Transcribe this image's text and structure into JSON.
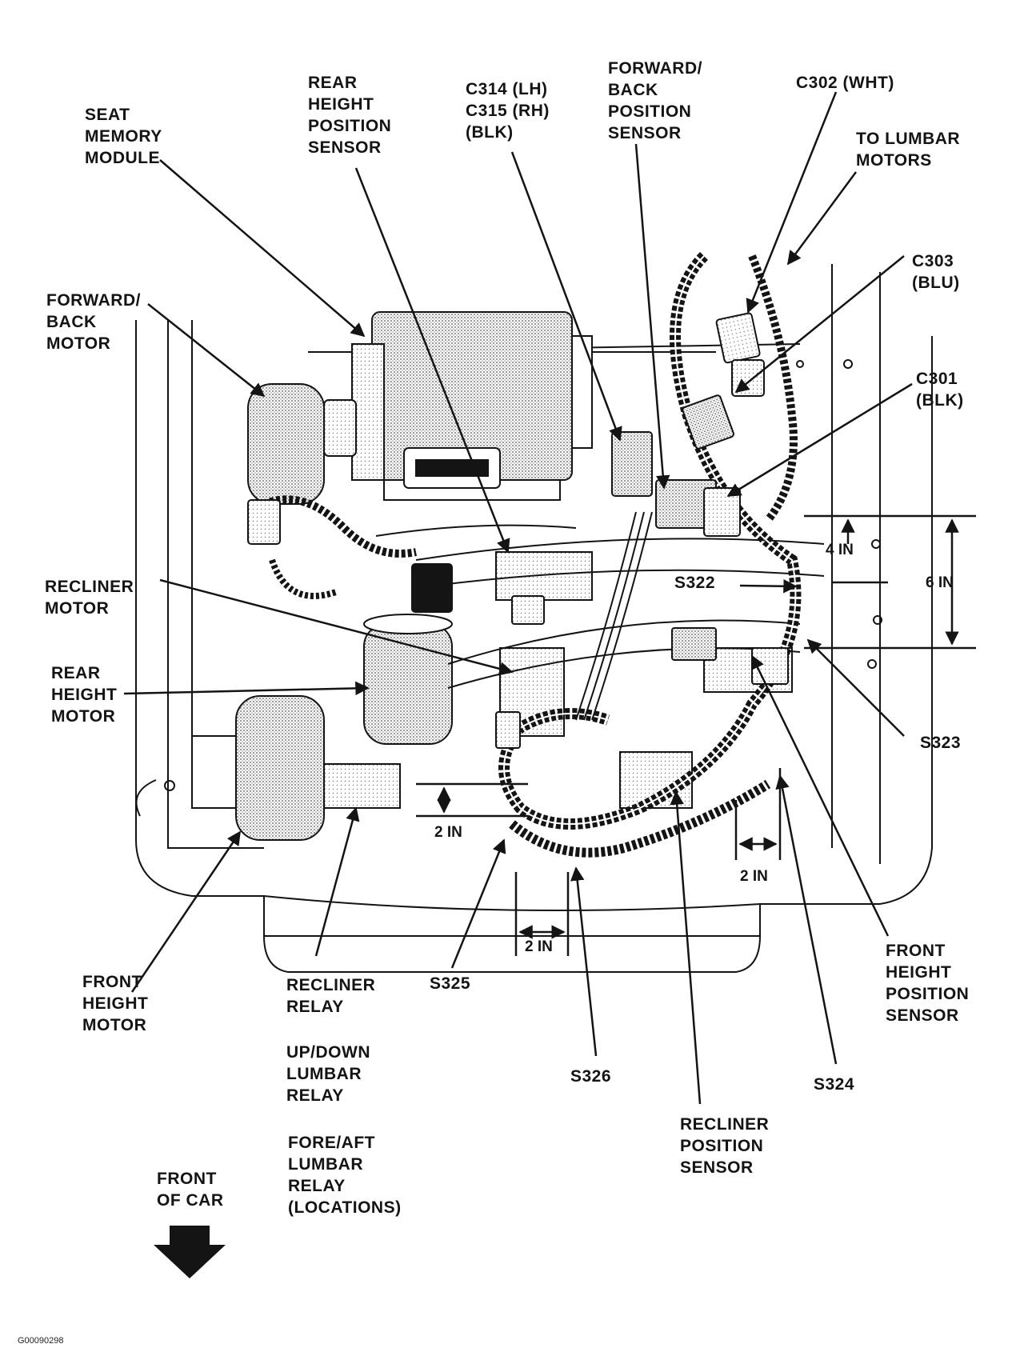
{
  "labels": {
    "seat_memory_module": [
      "SEAT",
      "MEMORY",
      "MODULE"
    ],
    "rear_height_position_sensor": [
      "REAR",
      "HEIGHT",
      "POSITION",
      "SENSOR"
    ],
    "c314_c315": [
      "C314 (LH)",
      "C315 (RH)",
      "(BLK)"
    ],
    "fwd_back_position_sensor": [
      "FORWARD/",
      "BACK",
      "POSITION",
      "SENSOR"
    ],
    "c302": [
      "C302 (WHT)"
    ],
    "to_lumbar_motors": [
      "TO LUMBAR",
      "MOTORS"
    ],
    "c303": [
      "C303",
      "(BLU)"
    ],
    "c301": [
      "C301",
      "(BLK)"
    ],
    "fwd_back_motor": [
      "FORWARD/",
      "BACK",
      "MOTOR"
    ],
    "recliner_motor": [
      "RECLINER",
      "MOTOR"
    ],
    "rear_height_motor": [
      "REAR",
      "HEIGHT",
      "MOTOR"
    ],
    "s322": [
      "S322"
    ],
    "s323": [
      "S323"
    ],
    "front_height_motor": [
      "FRONT",
      "HEIGHT",
      "MOTOR"
    ],
    "recliner_relay": [
      "RECLINER",
      "RELAY"
    ],
    "up_down_lumbar_relay": [
      "UP/DOWN",
      "LUMBAR",
      "RELAY"
    ],
    "fore_aft_lumbar_relay": [
      "FORE/AFT",
      "LUMBAR",
      "RELAY",
      "(LOCATIONS)"
    ],
    "s325": [
      "S325"
    ],
    "s326": [
      "S326"
    ],
    "recliner_position_sensor": [
      "RECLINER",
      "POSITION",
      "SENSOR"
    ],
    "s324": [
      "S324"
    ],
    "front_height_position_sensor": [
      "FRONT",
      "HEIGHT",
      "POSITION",
      "SENSOR"
    ],
    "front_of_car": [
      "FRONT",
      "OF CAR"
    ]
  },
  "dimensions": {
    "four_in": "4 IN",
    "six_in": "6 IN",
    "two_in_left": "2 IN",
    "two_in_right": "2 IN",
    "two_in_bottom": "2 IN"
  },
  "figure_code": "G00090298",
  "colors": {
    "ink": "#141414",
    "stipple": "#c8c8c8",
    "paper": "#ffffff"
  }
}
